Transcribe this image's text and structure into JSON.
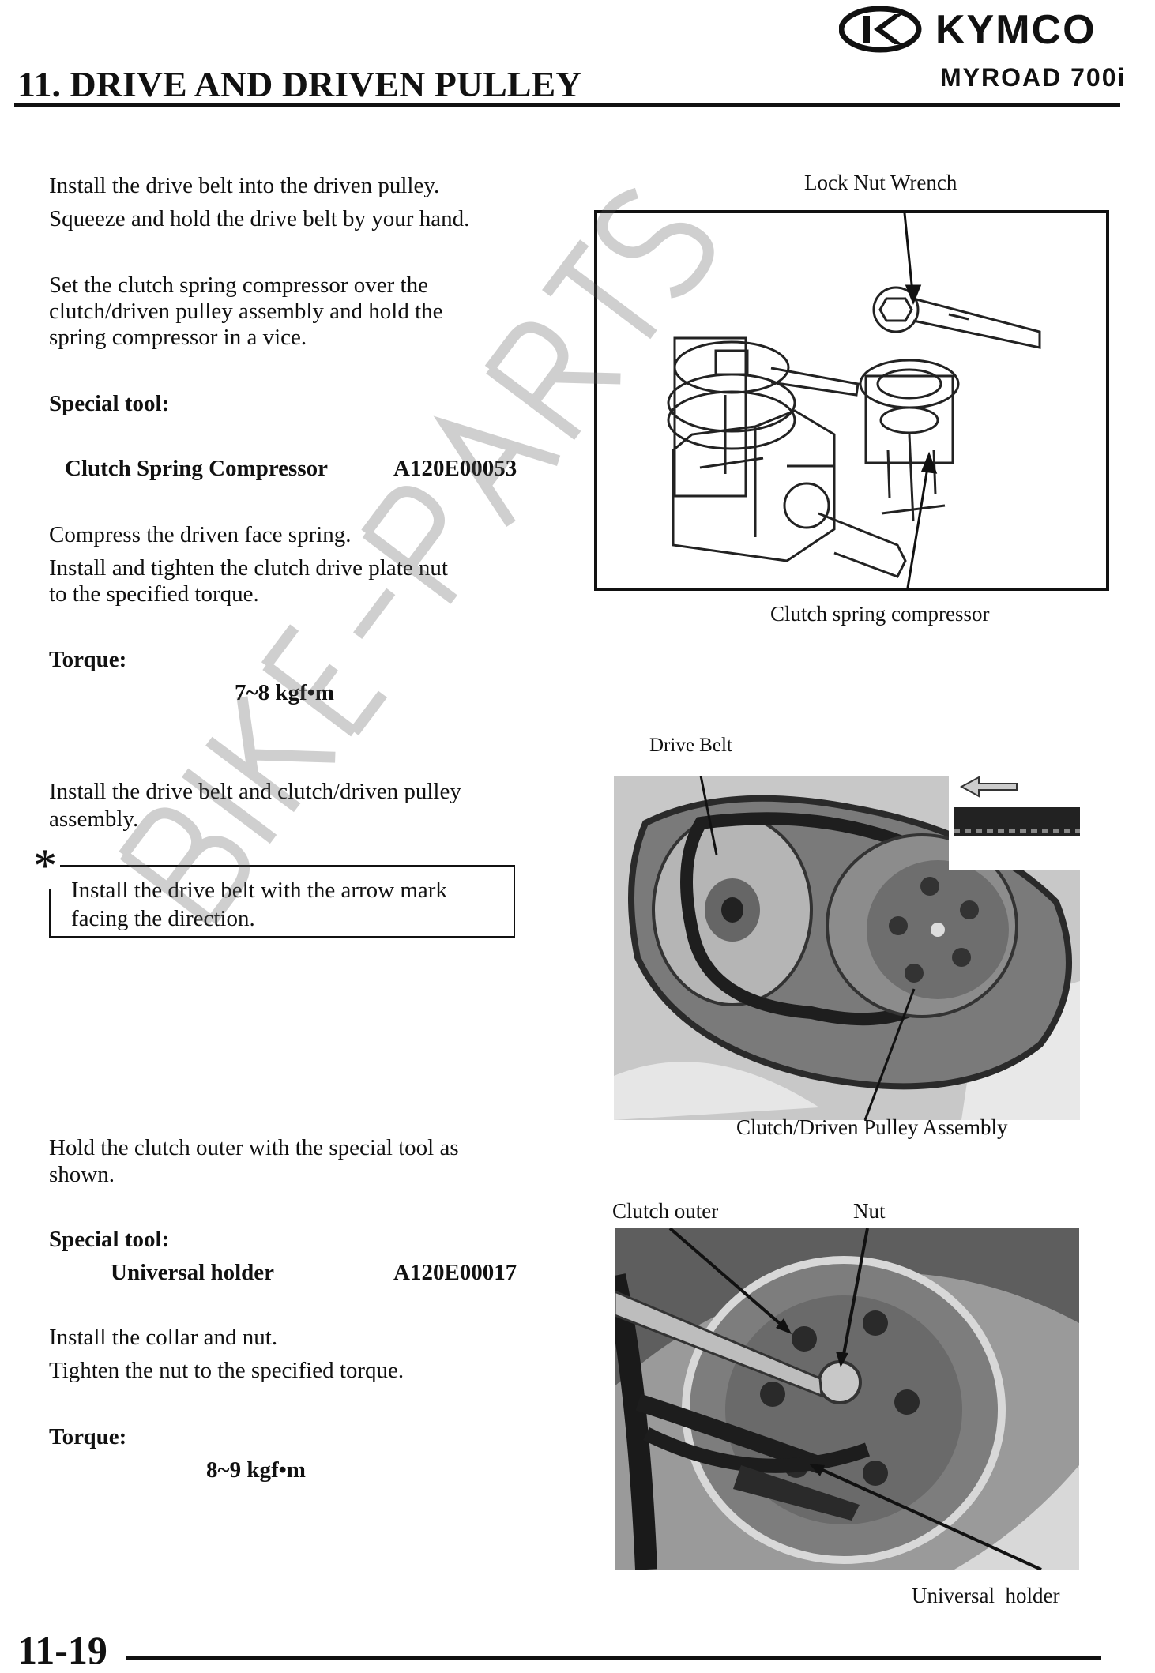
{
  "header": {
    "brand": "KYMCO",
    "model": "MYROAD 700i",
    "title": "11. DRIVE AND DRIVEN PULLEY"
  },
  "left": {
    "p1a": "Install the drive belt into the driven pulley.",
    "p1b": "Squeeze and hold the drive belt by your hand.",
    "p2a": "Set the clutch spring compressor over the",
    "p2b": "clutch/driven pulley assembly and hold the",
    "p2c": "spring compressor in a vice.",
    "special_tool_label": "Special tool:",
    "tool1_name": "Clutch Spring Compressor",
    "tool1_code": "A120E00053",
    "p3a": "Compress the driven face spring.",
    "p3b": "Install and tighten the clutch drive plate nut",
    "p3c": "to the specified torque.",
    "torque_label": "Torque:",
    "torque1": "7~8 kgf•m",
    "p4a": "Install the drive belt and clutch/driven pulley",
    "p4b": "assembly.",
    "note_star": "*",
    "note_a": "Install the drive belt with the arrow mark",
    "note_b": "facing the direction.",
    "p5a": "Hold the clutch outer with the special tool as",
    "p5b": "shown.",
    "special_tool_label2": "Special tool:",
    "tool2_name": "Universal holder",
    "tool2_code": "A120E00017",
    "p6a": "Install the collar and nut.",
    "p6b": "Tighten the nut to the specified torque.",
    "torque_label2": "Torque:",
    "torque2": "8~9 kgf•m"
  },
  "figures": {
    "fig1_top_label": "Lock Nut Wrench",
    "fig1_bottom_label": "Clutch spring compressor",
    "fig2_top_label": "Drive Belt",
    "fig2_bottom_label": "Clutch/Driven Pulley Assembly",
    "fig3_label_left": "Clutch outer",
    "fig3_label_right": "Nut",
    "fig3_bottom_label": "Universal  holder"
  },
  "footer": {
    "page_number": "11-19"
  }
}
